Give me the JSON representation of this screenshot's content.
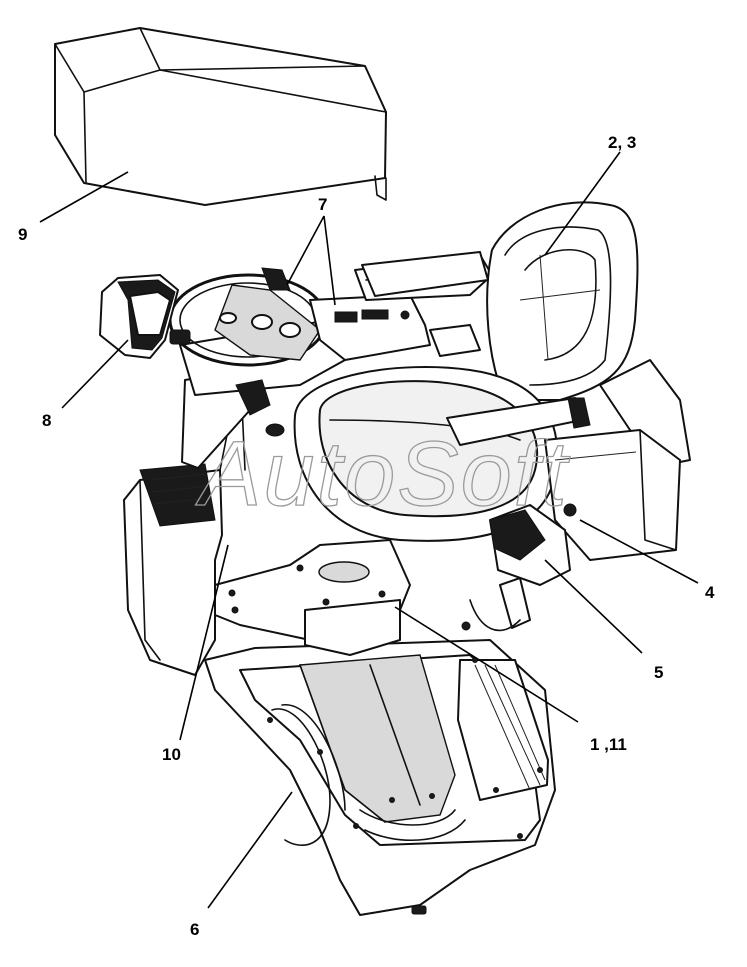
{
  "figure": {
    "watermark": "AutoSoft",
    "callouts": [
      {
        "id": "c9",
        "label": "9"
      },
      {
        "id": "c23",
        "label": "2, 3"
      },
      {
        "id": "c7",
        "label": "7"
      },
      {
        "id": "c8",
        "label": "8"
      },
      {
        "id": "c4",
        "label": "4"
      },
      {
        "id": "c5",
        "label": "5"
      },
      {
        "id": "c111",
        "label": "1 ,11"
      },
      {
        "id": "c10",
        "label": "10"
      },
      {
        "id": "c6",
        "label": "6"
      }
    ]
  }
}
